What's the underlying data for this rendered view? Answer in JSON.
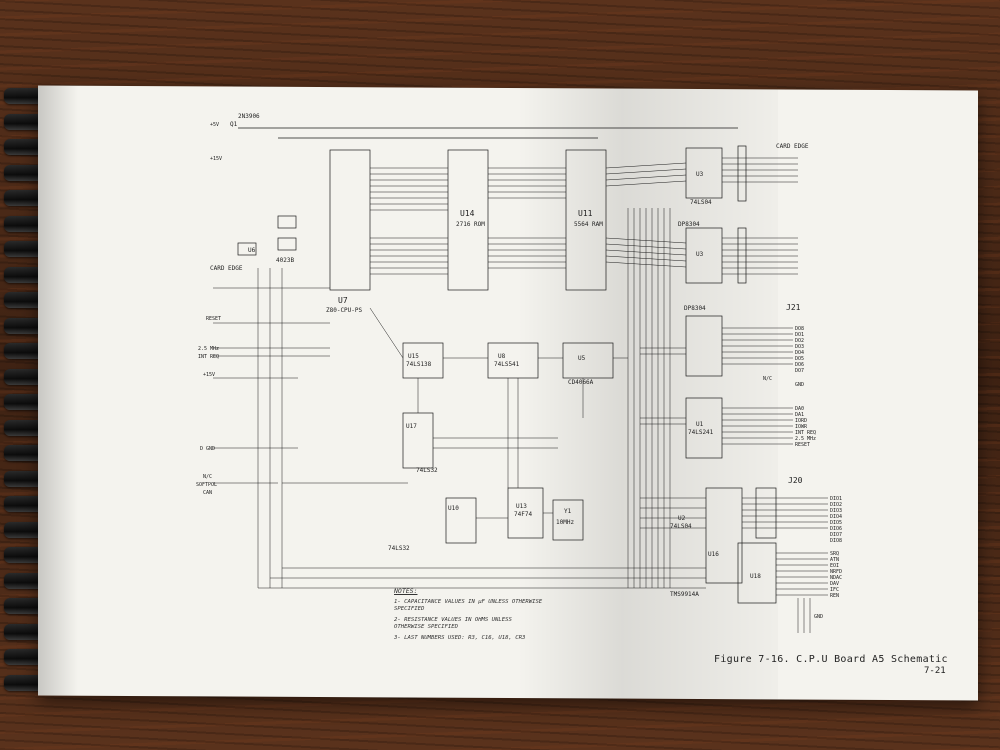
{
  "figure": {
    "caption": "Figure 7-16.  C.P.U Board A5 Schematic",
    "page_number": "7-21"
  },
  "notes": {
    "title": "NOTES:",
    "items": [
      "1- CAPACITANCE VALUES IN μF UNLESS OTHERWISE SPECIFIED",
      "2- RESISTANCE VALUES IN OHMS UNLESS OTHERWISE SPECIFIED",
      "3- LAST NUMBERS USED: R3, C16, U18, CR3"
    ]
  },
  "components": {
    "cpu": {
      "ref": "U7",
      "part": "Z80-CPU-PS"
    },
    "rom": {
      "ref": "U14",
      "part": "2716 ROM"
    },
    "ram": {
      "ref": "U11",
      "part": "5564 RAM"
    },
    "u3a": {
      "ref": "U3",
      "part": "74LS04"
    },
    "u3b": {
      "ref": "U3",
      "part": "DP8304"
    },
    "u4": {
      "ref": "DP8304",
      "part": ""
    },
    "u1": {
      "ref": "U1",
      "part": "74LS241"
    },
    "u15": {
      "ref": "U15",
      "part": "74LS138"
    },
    "u8": {
      "ref": "U8",
      "part": "74LS541"
    },
    "u5": {
      "ref": "U5",
      "part": "CD4066A"
    },
    "u6": {
      "ref": "U6",
      "part": "4023B"
    },
    "u17": {
      "ref": "U17",
      "part": "74LS32"
    },
    "u13": {
      "ref": "U13",
      "part": "74F74"
    },
    "u10": {
      "ref": "U10",
      "part": "74LS32"
    },
    "y1": {
      "ref": "Y1",
      "part": "10MHz"
    },
    "u16": {
      "ref": "U16",
      "part": "TMS9914A"
    },
    "u18": {
      "ref": "U18",
      "part": ""
    },
    "u2": {
      "ref": "U2",
      "part": "74LS04"
    },
    "q1": {
      "ref": "Q1",
      "part": "2N3906"
    }
  },
  "connectors": {
    "card_edge_left": "CARD EDGE",
    "card_edge_right": "CARD EDGE",
    "j21": "J21",
    "j20": "J20"
  },
  "signals": {
    "left": [
      "+5V",
      "+15V",
      "RESET",
      "2.5 MHz",
      "INT REQ",
      "+15V",
      "D GND",
      "N/C",
      "SOFTPOL",
      "CAN"
    ],
    "j21_pins": [
      "DO8",
      "DO1",
      "DO2",
      "DO3",
      "DO4",
      "DO5",
      "DO6",
      "DO7",
      "N/C",
      "GND"
    ],
    "j21_lower": [
      "DA0",
      "DA1",
      "IORD",
      "IOWR",
      "INT REQ",
      "2.5 MHz",
      "RESET"
    ],
    "j20_pins": [
      "DIO1",
      "DIO2",
      "DIO3",
      "DIO4",
      "DIO5",
      "DIO6",
      "DIO7",
      "DIO8"
    ],
    "j20_lower": [
      "SRQ",
      "ATN",
      "EOI",
      "NRFD",
      "NDAC",
      "DAV",
      "IFC",
      "REN",
      "GND"
    ]
  }
}
